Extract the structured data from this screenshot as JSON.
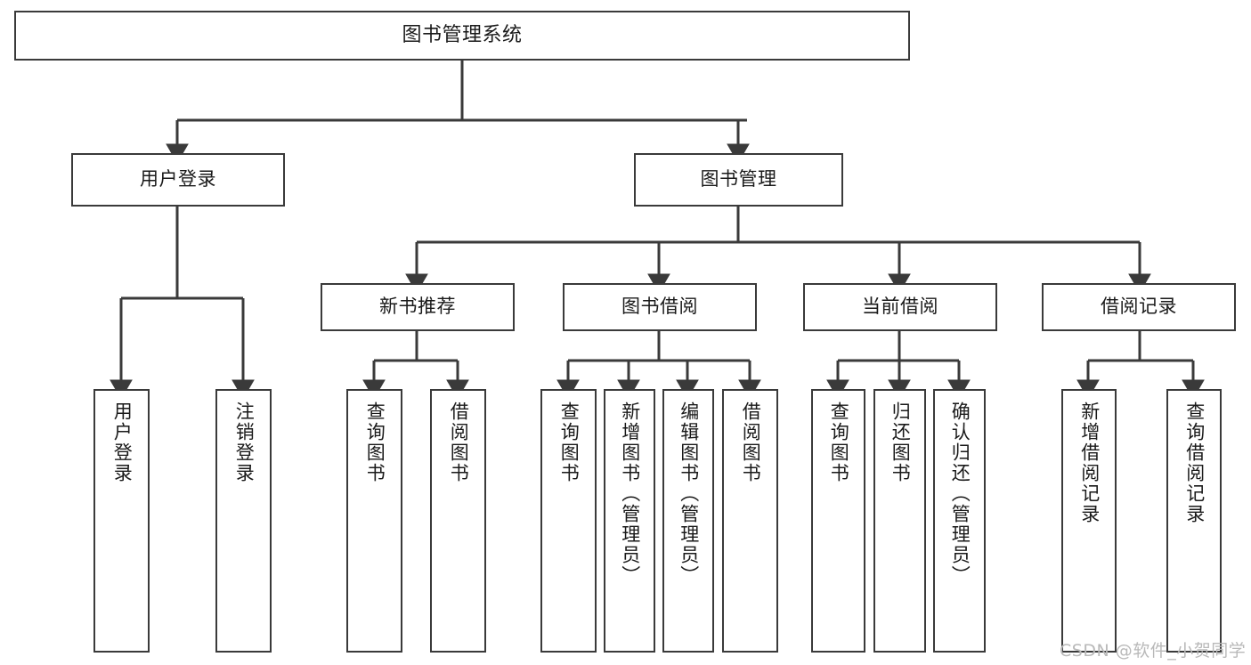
{
  "diagram": {
    "type": "hierarchy-tree",
    "title": "图书管理系统",
    "background_color": "#ffffff",
    "line_color": "#3a3a3a",
    "box_fill": "#ffffff",
    "watermark": "CSDN @软件_小贺同学",
    "levels": 4
  },
  "nodes": {
    "root": {
      "label": "图书管理系统"
    },
    "level1": [
      {
        "label": "用户登录"
      },
      {
        "label": "图书管理"
      }
    ],
    "level2": [
      {
        "label": "新书推荐"
      },
      {
        "label": "图书借阅"
      },
      {
        "label": "当前借阅"
      },
      {
        "label": "借阅记录"
      }
    ],
    "leaves": {
      "user_login": [
        {
          "label": "用户登录"
        },
        {
          "label": "注销登录"
        }
      ],
      "new_book_recommend": [
        {
          "label": "查询图书"
        },
        {
          "label": "借阅图书"
        }
      ],
      "book_borrow": [
        {
          "label": "查询图书"
        },
        {
          "label": "新增图书（管理员）"
        },
        {
          "label": "编辑图书（管理员）"
        },
        {
          "label": "借阅图书"
        }
      ],
      "current_borrow": [
        {
          "label": "查询图书"
        },
        {
          "label": "归还图书"
        },
        {
          "label": "确认归还（管理员）"
        }
      ],
      "borrow_record": [
        {
          "label": "新增借阅记录"
        },
        {
          "label": "查询借阅记录"
        }
      ]
    }
  }
}
